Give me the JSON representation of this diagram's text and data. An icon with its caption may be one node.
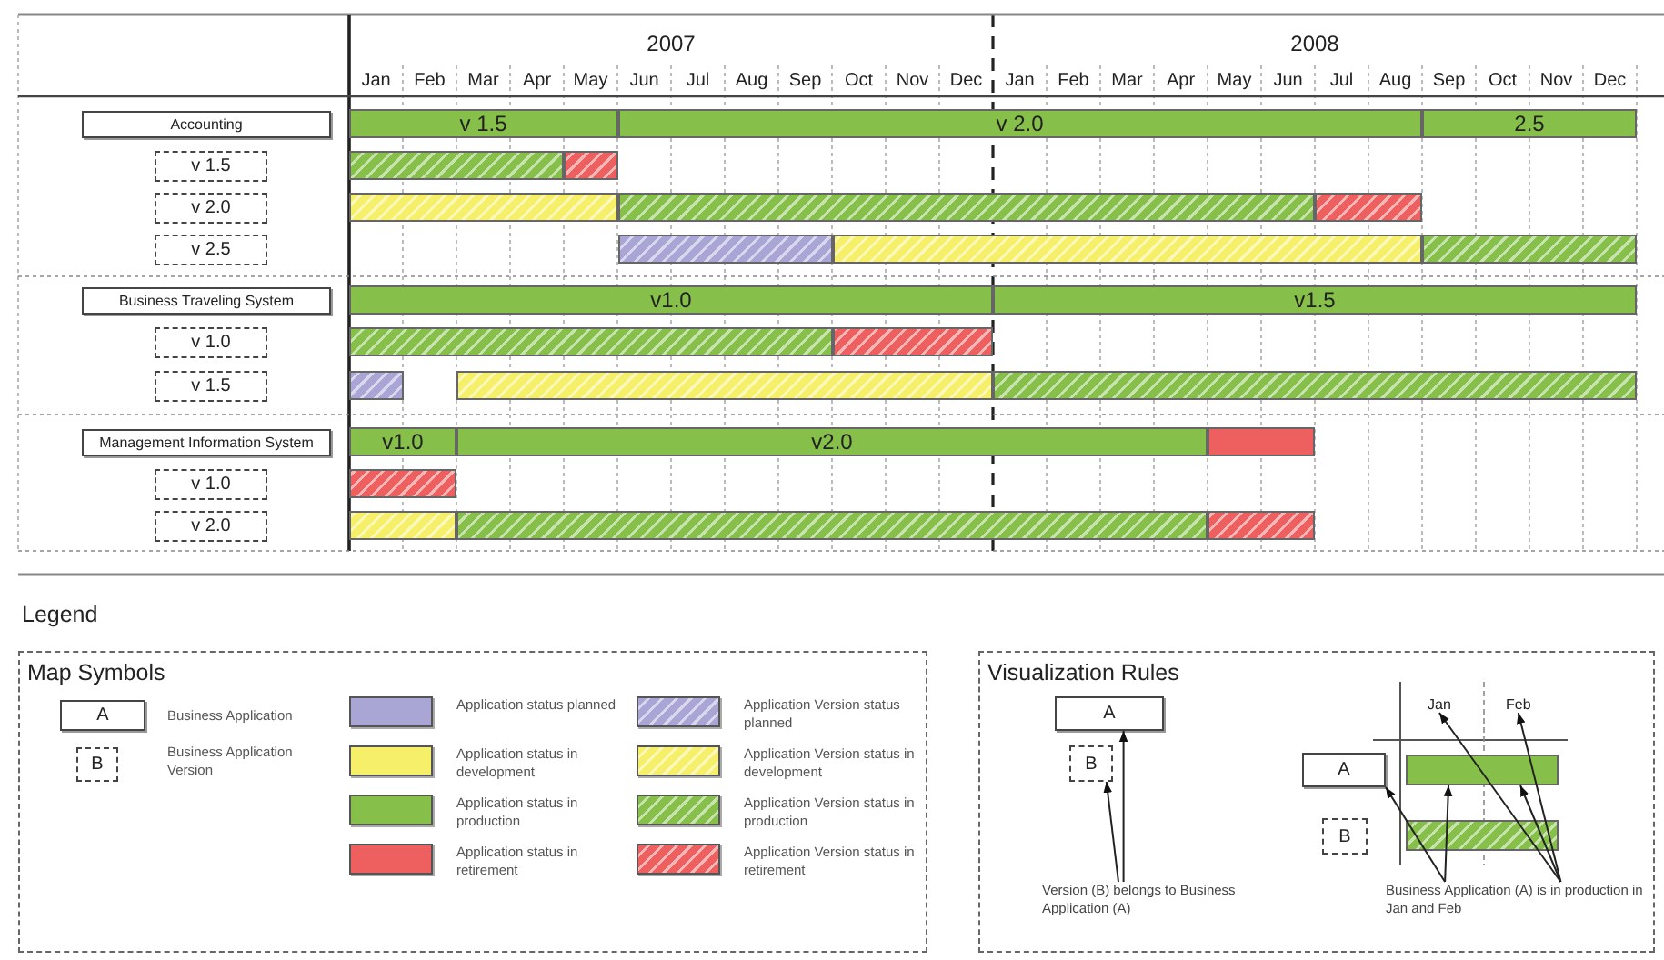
{
  "diagram": {
    "nodes": [
      {
        "text": [
          "Accounting"
        ]
      },
      {
        "text": [
          "v 1.5"
        ]
      },
      {
        "text": [
          "v 2.0"
        ]
      },
      {
        "text": [
          "2.5"
        ]
      },
      {
        "text": [
          "v 1.5"
        ]
      },
      {
        "text": [],
        "shape": "bar"
      },
      {
        "text": [],
        "shape": "bar"
      },
      {
        "text": [
          "v 2.0"
        ]
      },
      {
        "text": [],
        "shape": "bar"
      },
      {
        "text": [],
        "shape": "bar"
      },
      {
        "text": [],
        "shape": "bar"
      },
      {
        "text": [
          "v 2.5"
        ]
      },
      {
        "text": [],
        "shape": "bar"
      },
      {
        "text": [],
        "shape": "bar"
      },
      {
        "text": [],
        "shape": "bar"
      },
      {
        "text": [
          "Business Traveling System"
        ]
      },
      {
        "text": [
          "v1.0"
        ]
      },
      {
        "text": [
          "v1.5"
        ]
      },
      {
        "text": [
          "v 1.0"
        ]
      },
      {
        "text": [],
        "shape": "bar"
      },
      {
        "text": [],
        "shape": "bar"
      },
      {
        "text": [
          "v 1.5"
        ]
      },
      {
        "text": [],
        "shape": "bar"
      },
      {
        "text": [],
        "shape": "bar"
      },
      {
        "text": [],
        "shape": "bar"
      },
      {
        "text": [
          "Management Information System"
        ]
      },
      {
        "text": [
          "v1.0"
        ]
      },
      {
        "text": [
          "v2.0"
        ]
      },
      {
        "text": [],
        "shape": "bar"
      },
      {
        "text": [
          "v 1.0"
        ]
      },
      {
        "text": [],
        "shape": "bar"
      },
      {
        "text": [
          "v 2.0"
        ]
      },
      {
        "text": [],
        "shape": "bar"
      },
      {
        "text": [],
        "shape": "bar"
      },
      {
        "text": [],
        "shape": "bar"
      },
      {
        "text": [
          "Map Symbols"
        ]
      },
      {
        "text": [
          "A"
        ],
        "in": 35
      },
      {
        "text": [
          "B"
        ],
        "in": 35
      },
      {
        "text": [
          "Visualization Rules"
        ]
      },
      {
        "text": [
          "A"
        ],
        "in": 38
      },
      {
        "text": [
          "B"
        ],
        "in": 38
      },
      {
        "text": [
          "Version (B) belongs to Business Application (A)"
        ],
        "in": 38
      },
      {
        "text": [
          "Jan"
        ],
        "in": 38
      },
      {
        "text": [
          "Feb"
        ],
        "in": 38
      },
      {
        "text": [
          "A"
        ],
        "in": 38
      },
      {
        "text": [],
        "shape": "bar",
        "in": 38
      },
      {
        "text": [
          "B"
        ],
        "in": 38
      },
      {
        "text": [],
        "shape": "bar",
        "in": 38
      },
      {
        "text": [
          "Business Application (A) is in production in Jan and Feb"
        ],
        "in": 38
      }
    ],
    "edges": [
      {
        "from": 41,
        "to": 40,
        "arrow": "to"
      },
      {
        "from": 41,
        "to": 39,
        "arrow": "to"
      },
      {
        "from": 48,
        "to": 44,
        "arrow": "to"
      },
      {
        "from": 48,
        "to": 45,
        "arrow": "to"
      },
      {
        "from": 48,
        "to": 42,
        "arrow": "to"
      },
      {
        "from": 48,
        "to": 43,
        "arrow": "to"
      },
      {
        "from": 48,
        "to": 45,
        "arrow": "to"
      }
    ],
    "labels": [
      "2007",
      "2008",
      "Jan",
      "Feb",
      "Mar",
      "Apr",
      "May",
      "Jun",
      "Jul",
      "Aug",
      "Sep",
      "Oct",
      "Nov",
      "Dec",
      "Jan",
      "Feb",
      "Mar",
      "Apr",
      "May",
      "Jun",
      "Jul",
      "Aug",
      "Sep",
      "Oct",
      "Nov",
      "Dec",
      "Legend"
    ],
    "legend": [
      {
        "text": "Business Application"
      },
      {
        "text": "Business Application Version"
      },
      {
        "text": "Application status planned",
        "color": "#a9a6d6"
      },
      {
        "text": "Application status in development",
        "color": "#f6ef6a"
      },
      {
        "text": "Application status in production",
        "color": "#86c04a"
      },
      {
        "text": "Application status in retirement",
        "color": "#ee6060"
      },
      {
        "text": "Application Version status planned",
        "color": "#a9a6d6"
      },
      {
        "text": "Application Version status in development",
        "color": "#f6ef6a"
      },
      {
        "text": "Application Version status in production",
        "color": "#86c04a"
      },
      {
        "text": "Application Version status in retirement",
        "color": "#ee6060"
      }
    ]
  }
}
